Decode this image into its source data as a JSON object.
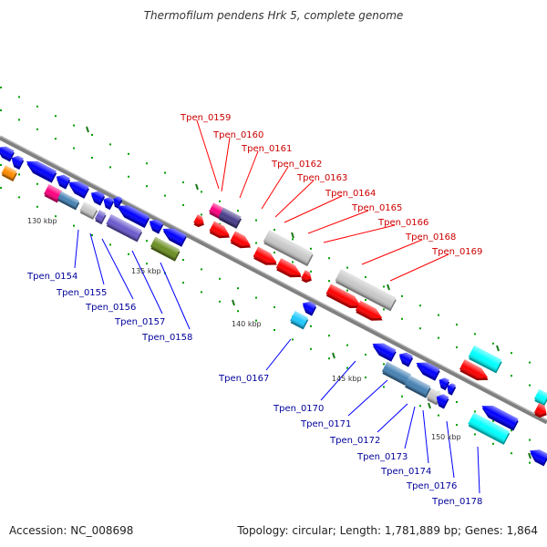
{
  "title": "Thermofilum pendens Hrk 5, complete genome",
  "footer": {
    "accession": "Accession: NC_008698",
    "summary": "Topology: circular; Length: 1,781,889 bp; Genes: 1,864"
  },
  "scale_labels": [
    "130 kbp",
    "135 kbp",
    "140 kbp",
    "145 kbp",
    "150 kbp"
  ],
  "genes_top": [
    "Tpen_0159",
    "Tpen_0160",
    "Tpen_0161",
    "Tpen_0162",
    "Tpen_0163",
    "Tpen_0164",
    "Tpen_0165",
    "Tpen_0166",
    "Tpen_0168",
    "Tpen_0169"
  ],
  "genes_bottom": [
    "Tpen_0154",
    "Tpen_0155",
    "Tpen_0156",
    "Tpen_0157",
    "Tpen_0158",
    "Tpen_0167",
    "Tpen_0170",
    "Tpen_0171",
    "Tpen_0172",
    "Tpen_0173",
    "Tpen_0174",
    "Tpen_0176",
    "Tpen_0178"
  ],
  "colors": {
    "forward": "#ff0000",
    "reverse": "#0000ff",
    "label_top": "#cc0000",
    "label_bottom": "#000099",
    "backbone": "#808080",
    "tick_green": "#008000",
    "magenta": "#ff0080",
    "steelblue": "#4682b4",
    "slate": "#6a5acd",
    "olive": "#6b8e23",
    "cyan": "#00ffff",
    "skyblue": "#1ec8ff",
    "orange": "#ff8c00",
    "gray": "#c8c8c8",
    "darkslate": "#483d8b"
  }
}
